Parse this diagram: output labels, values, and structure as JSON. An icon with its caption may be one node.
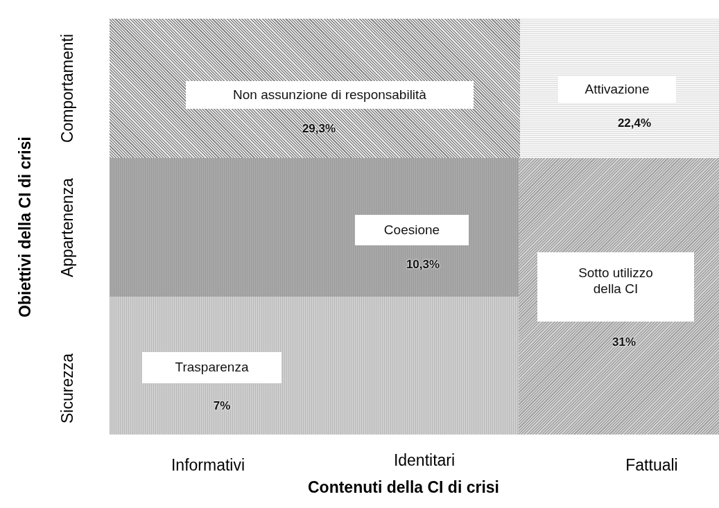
{
  "diagram": {
    "nodes": [
      {
        "text": [
          "29,3%"
        ]
      },
      {
        "text": [
          "Non assunzione di responsabilità"
        ],
        "in": 0
      },
      {
        "text": [
          "22,4%"
        ]
      },
      {
        "text": [
          "Attivazione"
        ],
        "in": 2
      },
      {
        "text": [
          "10,3%"
        ]
      },
      {
        "text": [
          "Coesione"
        ],
        "in": 4
      },
      {
        "text": [
          "7%"
        ]
      },
      {
        "text": [
          "Trasparenza"
        ],
        "in": 6
      },
      {
        "text": [
          "31%"
        ]
      },
      {
        "text": [
          "Sotto utilizzo della CI"
        ],
        "in": 8
      }
    ],
    "labels": [
      "Obiettivi della CI di crisi",
      "Comportamenti",
      "Appartenenza",
      "Sicurezza",
      "Informativi",
      "Identitari",
      "Fattuali",
      "Contenuti della CI di crisi"
    ]
  }
}
